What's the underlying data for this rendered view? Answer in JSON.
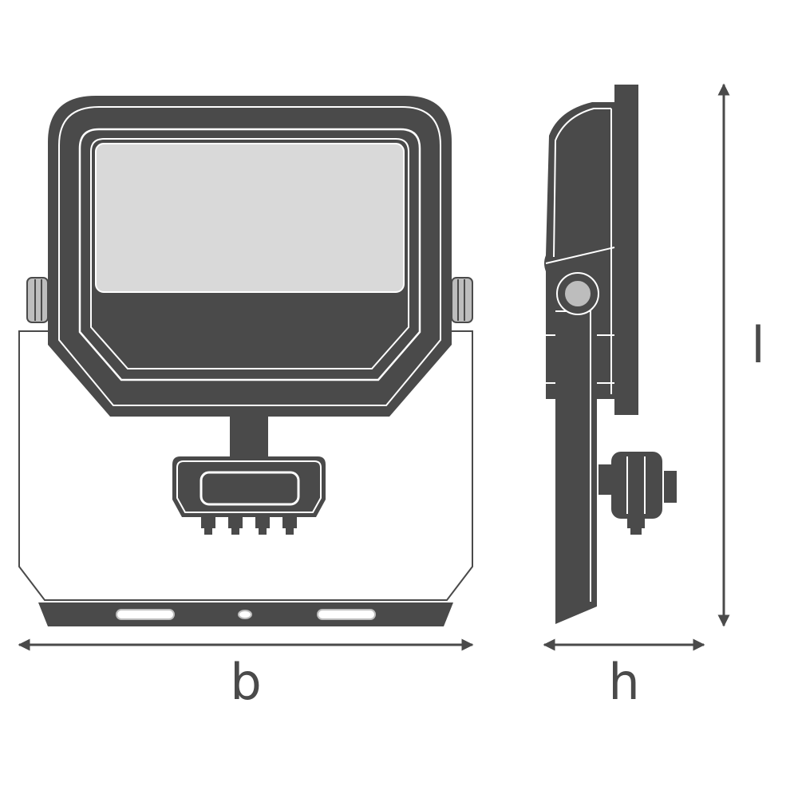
{
  "dimensions": {
    "width_label": "b",
    "height_label": "h",
    "length_label": "l"
  },
  "colors": {
    "housing": "#4a4a4a",
    "lens": "#d9d9d9",
    "bracket": "#ffffff",
    "knob": "#bdbdbd",
    "line": "#4a4a4a"
  }
}
